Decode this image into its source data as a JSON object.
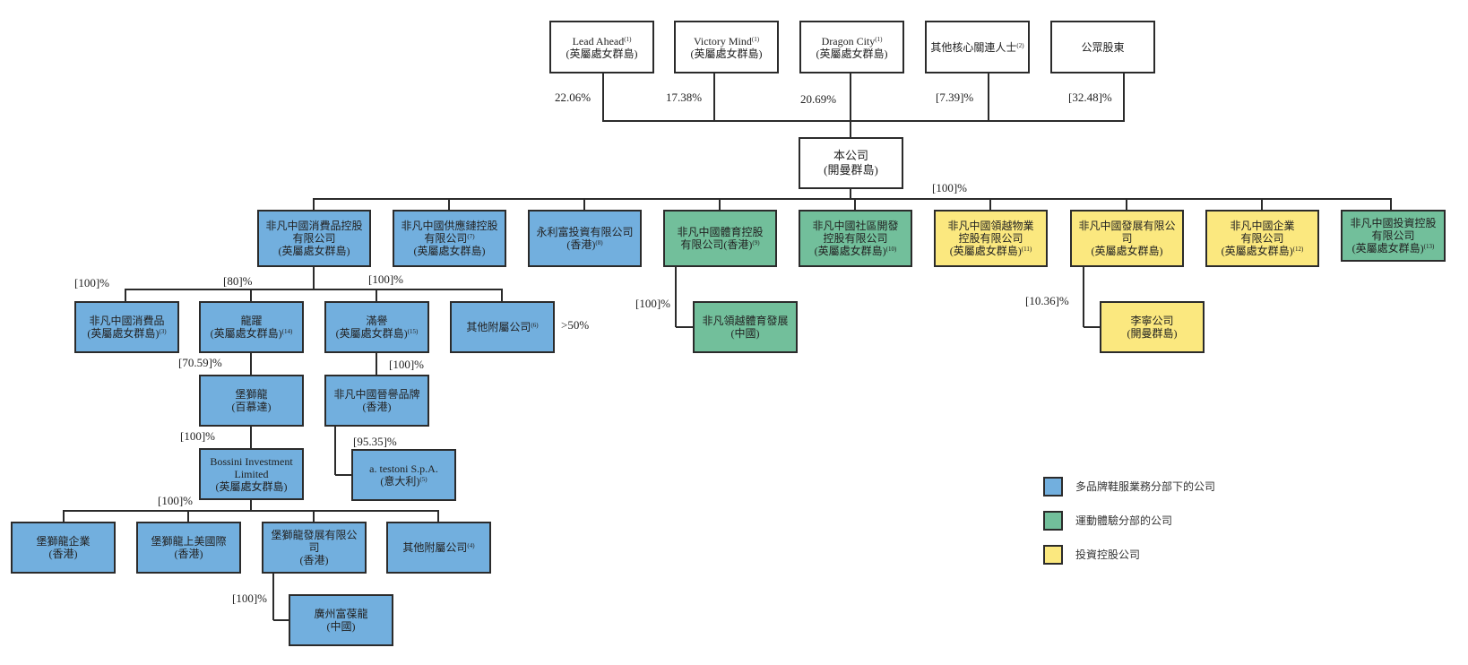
{
  "shareholders": {
    "lead_ahead": {
      "name": "Lead Ahead",
      "note": "(1)",
      "place": "(英屬處女群島)",
      "pct": "22.06%"
    },
    "victory_mind": {
      "name": "Victory Mind",
      "note": "(1)",
      "place": "(英屬處女群島)",
      "pct": "17.38%"
    },
    "dragon_city": {
      "name": "Dragon City",
      "note": "(1)",
      "place": "(英屬處女群島)",
      "pct": "20.69%"
    },
    "core_connected": {
      "name": "其他核心關連人士",
      "note": "(2)",
      "place": "",
      "pct": "[7.39]%"
    },
    "public": {
      "name": "公眾股東",
      "note": "",
      "place": "",
      "pct": "[32.48]%"
    }
  },
  "company": {
    "name": "本公司",
    "place": "(開曼群島)",
    "pct_to_subs": "[100]%"
  },
  "subsidiaries": {
    "consumer": {
      "name": "非凡中國消費品控股\n有限公司",
      "note": "",
      "place": "(英屬處女群島)"
    },
    "supply_chain": {
      "name": "非凡中國供應鏈控股\n有限公司",
      "note": "(7)",
      "place": "(英屬處女群島)"
    },
    "yonglifu": {
      "name": "永利富投資有限公司",
      "note": "",
      "place": "(香港)",
      "place_note": "(8)"
    },
    "sports": {
      "name": "非凡中國體育控股\n有限公司(香港)",
      "note": "(9)",
      "place": ""
    },
    "community": {
      "name": "非凡中國社區開發\n控股有限公司",
      "note": "",
      "place": "(英屬處女群島)",
      "place_note": "(10)"
    },
    "property": {
      "name": "非凡中國領越物業\n控股有限公司",
      "note": "",
      "place": "(英屬處女群島)",
      "place_note": "(11)"
    },
    "development": {
      "name": "非凡中國發展有限公司",
      "note": "",
      "place": "(英屬處女群島)"
    },
    "enterprise": {
      "name": "非凡中國企業\n有限公司",
      "note": "",
      "place": "(英屬處女群島)",
      "place_note": "(12)"
    },
    "investment": {
      "name": "非凡中國投資控股\n有限公司",
      "note": "",
      "place": "(英屬處女群島)",
      "place_note": "(13)"
    }
  },
  "consumer_children": {
    "pct_left": "[100]%",
    "pct_mid": "[80]%",
    "pct_right": "[100]%",
    "consumer_goods": {
      "name": "非凡中國消費品",
      "place": "(英屬處女群島)",
      "place_note": "(3)"
    },
    "longyue": {
      "name": "龍躍",
      "place": "(英屬處女群島)",
      "place_note": "(14)"
    },
    "manyu": {
      "name": "滿譽",
      "place": "(英屬處女群島)",
      "place_note": "(15)"
    },
    "other_subs": {
      "name": "其他附屬公司",
      "note": "(6)",
      "pct": ">50%"
    }
  },
  "bossini_chain": {
    "pct_longyue": "[70.59]%",
    "bossini_bermuda": {
      "name": "堡獅龍",
      "place": "(百慕達)"
    },
    "pct_bermuda": "[100]%",
    "bossini_investment": {
      "name": "Bossini Investment\nLimited",
      "place": "(英屬處女群島)"
    },
    "pct_investment": "[100]%",
    "bossini_enterprise": {
      "name": "堡獅龍企業",
      "place": "(香港)"
    },
    "bossini_shanghai": {
      "name": "堡獅龍上美國際",
      "place": "(香港)"
    },
    "bossini_development": {
      "name": "堡獅龍發展有限公司",
      "place": "(香港)"
    },
    "bossini_other": {
      "name": "其他附屬公司",
      "note": "(4)"
    },
    "pct_development": "[100]%",
    "guangzhou": {
      "name": "廣州富葆龍",
      "place": "(中國)"
    }
  },
  "manyu_chain": {
    "pct_manyu": "[100]%",
    "reputation_brand": {
      "name": "非凡中國晉譽品牌",
      "place": "(香港)"
    },
    "pct_brand": "[95.35]%",
    "testoni": {
      "name": "a. testoni S.p.A.",
      "place": "(意大利)",
      "place_note": "(5)"
    }
  },
  "sports_chain": {
    "pct": "[100]%",
    "lingyue_sports": {
      "name": "非凡領越體育發展",
      "place": "(中國)"
    }
  },
  "development_chain": {
    "pct": "[10.36]%",
    "li_ning": {
      "name": "李寧公司",
      "place": "(開曼群島)"
    }
  },
  "legend": [
    {
      "label": "多品牌鞋服業務分部下的公司",
      "color": "#72afde"
    },
    {
      "label": "運動體驗分部的公司",
      "color": "#72bf9b"
    },
    {
      "label": "投資控股公司",
      "color": "#fbe87f"
    }
  ]
}
